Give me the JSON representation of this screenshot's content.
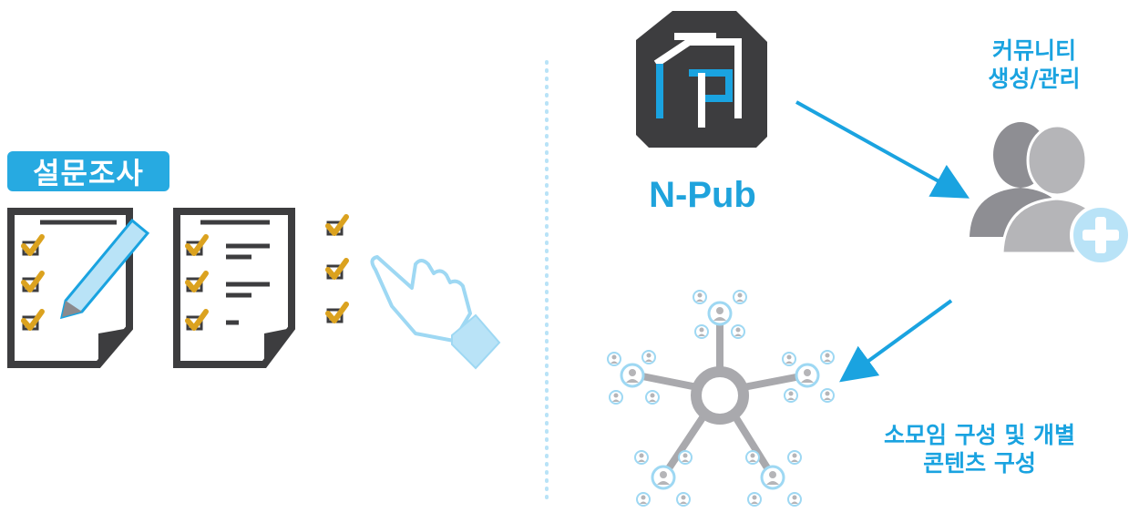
{
  "left": {
    "survey_badge": "설문조사"
  },
  "right": {
    "brand_name": "N-Pub",
    "community_label": [
      "커뮤니티",
      "생성/관리"
    ],
    "group_label": [
      "소모임 구성 및 개별",
      "콘텐츠 구성"
    ]
  },
  "colors": {
    "accent_blue": "#27aae1",
    "light_blue": "#b9e3f7",
    "check_gold": "#dba21f",
    "dark_gray": "#3d3d3f",
    "hub_gray": "#a9a9ad"
  },
  "icons": [
    "survey-pencil-icon",
    "checklist-icon",
    "hand-tap-icon",
    "npub-logo-icon",
    "community-add-icon",
    "network-hub-icon"
  ]
}
